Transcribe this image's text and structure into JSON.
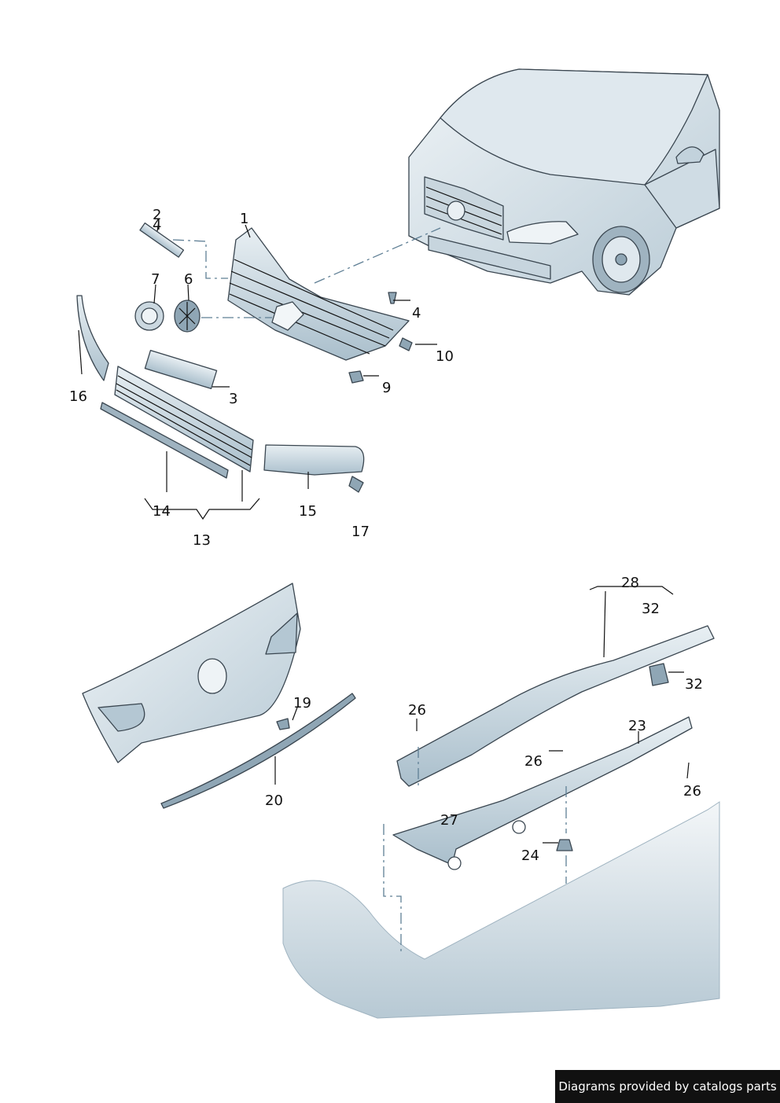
{
  "colors": {
    "part_fill": "#dbe6ec",
    "part_shade": "#b4c7d3",
    "part_dark": "#8fa6b5",
    "outline": "#3a4650",
    "label": "#111111",
    "leader_dash": "#5f7f95",
    "credit_bg": "#111111",
    "credit_text": "#ffffff"
  },
  "callouts": [
    "1",
    "2",
    "3",
    "4",
    "4",
    "6",
    "7",
    "9",
    "10",
    "13",
    "14",
    "15",
    "16",
    "17",
    "19",
    "20",
    "23",
    "24",
    "26",
    "26",
    "26",
    "27",
    "28",
    "32",
    "32"
  ],
  "credit": "Diagrams provided by catalogs parts"
}
